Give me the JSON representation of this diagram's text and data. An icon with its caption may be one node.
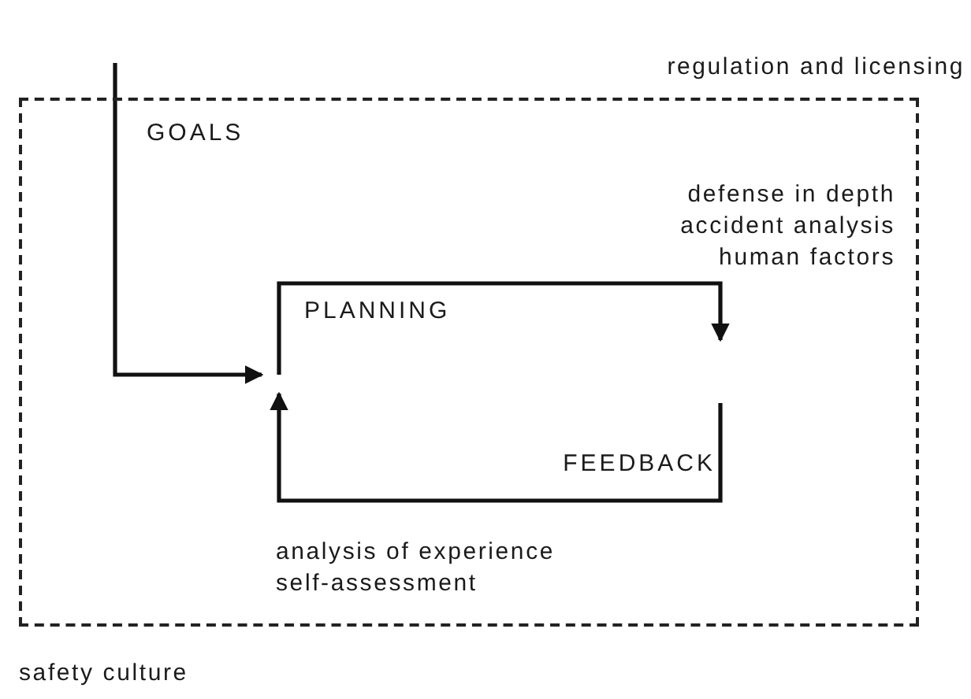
{
  "diagram": {
    "nodes": [
      {
        "text": [
          "regulation and licensing",
          "safety culture"
        ]
      },
      {
        "text": [
          "PLANNING"
        ],
        "in": 0
      },
      {
        "text": [
          "FEEDBACK"
        ],
        "in": 0
      }
    ],
    "edges": [
      {
        "from": null,
        "to": 1,
        "arrow": "to",
        "label": "GOALS"
      },
      {
        "from": 1,
        "to": 2,
        "arrow": "to"
      },
      {
        "from": 2,
        "to": 1,
        "arrow": "to"
      }
    ],
    "labels": [
      "defense in depth accident analysis human factors",
      "analysis of experience self-assessment"
    ]
  }
}
